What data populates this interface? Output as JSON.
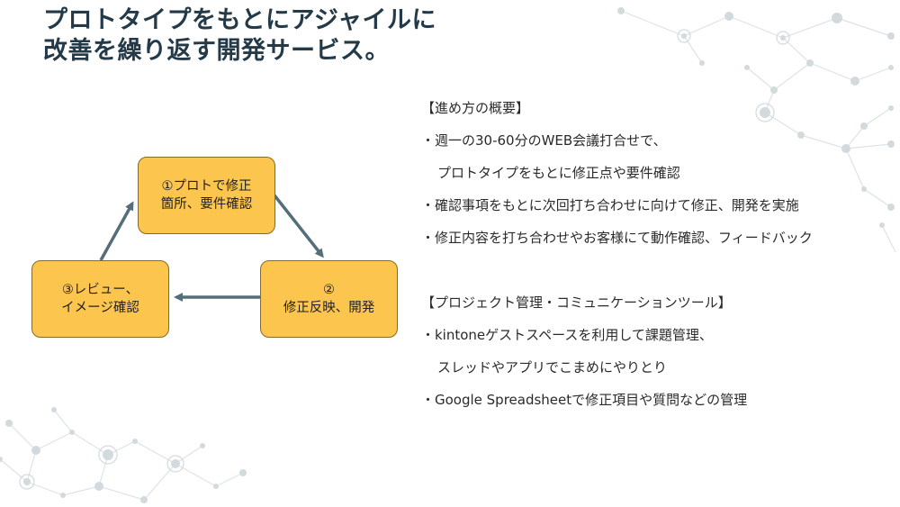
{
  "slide": {
    "title_line1": "プロトタイプをもとにアジャイルに",
    "title_line2": "改善を繰り返す開発サービス。"
  },
  "cycle": {
    "step1": {
      "line1": "①プロトで修正",
      "line2": "箇所、要件確認"
    },
    "step2": {
      "line1": "②",
      "line2": "修正反映、開発"
    },
    "step3": {
      "line1": "③レビュー、",
      "line2": "イメージ確認"
    }
  },
  "overview": {
    "heading": "【進め方の概要】",
    "items": [
      "・週一の30-60分のWEB会議打合せで、",
      "プロトタイプをもとに修正点や要件確認",
      "・確認事項をもとに次回打ち合わせに向けて修正、開発を実施",
      "・修正内容を打ち合わせやお客様にて動作確認、フィードバック"
    ]
  },
  "tools": {
    "heading": "【プロジェクト管理・コミュニケーションツール】",
    "items": [
      "・kintoneゲストスペースを利用して課題管理、",
      "スレッドやアプリでこまめにやりとり",
      "・Google Spreadsheetで修正項目や質問などの管理"
    ]
  },
  "colors": {
    "box_fill": "#fcc54e",
    "arrow": "#546e7a",
    "title": "#243a48",
    "network": "#d6dde1"
  }
}
